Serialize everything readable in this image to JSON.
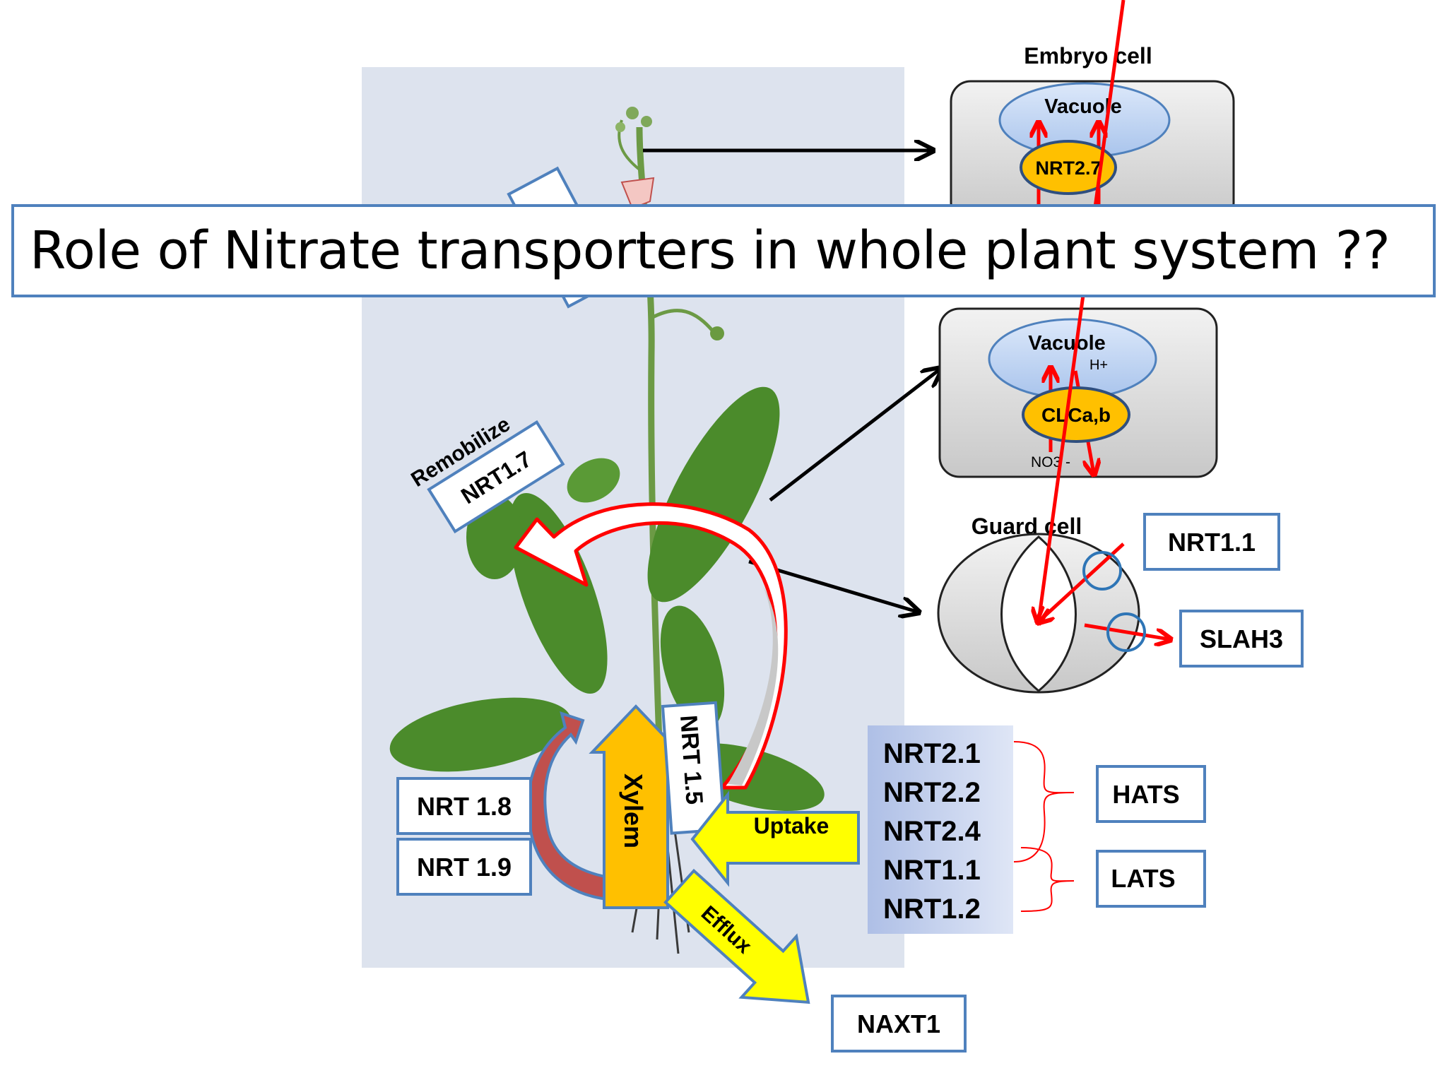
{
  "title": "Role of Nitrate transporters in whole plant system ??",
  "cells": {
    "embryo": {
      "heading": "Embryo cell",
      "vacuole": "Vacuole",
      "transporter": "NRT2.7"
    },
    "leaf": {
      "vacuole": "Vacuole",
      "proton": "H+",
      "transporter": "CLCa,b",
      "nitrate": "NO3 -"
    },
    "guard": {
      "heading": "Guard cell",
      "channel_in": "NRT1.1",
      "channel_out": "SLAH3"
    }
  },
  "labels": {
    "remobilize": "Remobilize",
    "nrt17": "NRT1.7",
    "nrt15": "NRT 1.5",
    "xylem": "Xylem",
    "uptake": "Uptake",
    "efflux": "Efflux",
    "naxt1": "NAXT1",
    "nrt18": "NRT 1.8",
    "nrt19": "NRT 1.9",
    "hats": "HATS",
    "lats": "LATS"
  },
  "transporter_list": [
    "NRT2.1",
    "NRT2.2",
    "NRT2.4",
    "NRT1.1",
    "NRT1.2"
  ],
  "colors": {
    "box_border": "#4f81bd",
    "red_arrow": "#ff0000",
    "orange": "#ffc000",
    "yellow": "#ffff00",
    "vacuole_blue": "#c6d9f1",
    "cell_gray": "#d9d9d9",
    "plant_green": "#4b8b2b",
    "photo_bg": "#dde3ee"
  }
}
